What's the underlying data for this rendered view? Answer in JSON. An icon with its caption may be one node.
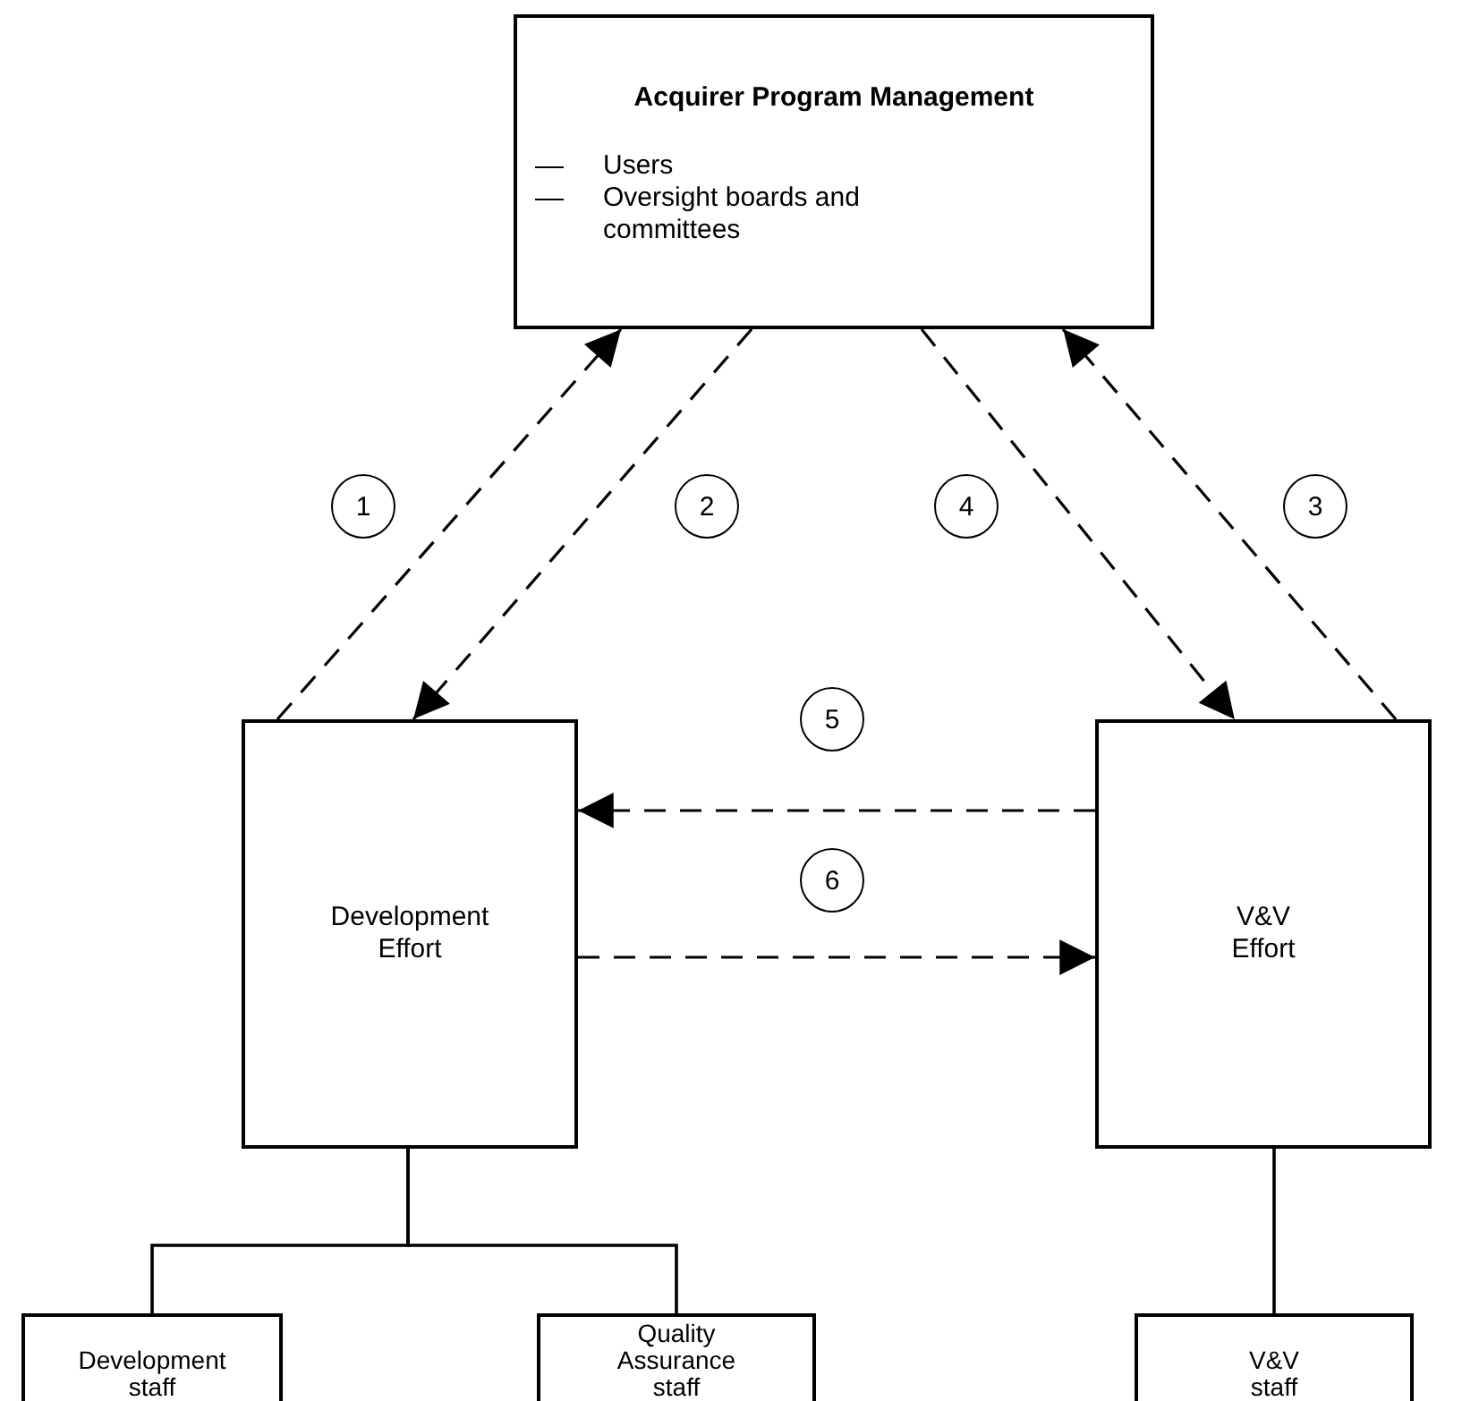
{
  "diagram": {
    "nodes": [
      {
        "text": [
          "Acquirer Program Management",
          "Users",
          "Oversight boards and committees"
        ]
      },
      {
        "text": [
          "Development Effort"
        ]
      },
      {
        "text": [
          "V&V Effort"
        ]
      },
      {
        "text": [
          "Development staff"
        ]
      },
      {
        "text": [
          "Quality Assurance staff"
        ]
      },
      {
        "text": [
          "V&V staff"
        ]
      }
    ],
    "edges": [
      {
        "from": 1,
        "to": 0,
        "arrow": "to",
        "label": "1",
        "style": "dashed"
      },
      {
        "from": 0,
        "to": 1,
        "arrow": "to",
        "label": "2",
        "style": "dashed"
      },
      {
        "from": 2,
        "to": 0,
        "arrow": "to",
        "label": "3",
        "style": "dashed"
      },
      {
        "from": 0,
        "to": 2,
        "arrow": "to",
        "label": "4",
        "style": "dashed"
      },
      {
        "from": 2,
        "to": 1,
        "arrow": "to",
        "label": "5",
        "style": "dashed"
      },
      {
        "from": 1,
        "to": 2,
        "arrow": "to",
        "label": "6",
        "style": "dashed"
      },
      {
        "from": 1,
        "to": 3,
        "arrow": "none"
      },
      {
        "from": 1,
        "to": 4,
        "arrow": "none"
      },
      {
        "from": 2,
        "to": 5,
        "arrow": "none"
      }
    ]
  }
}
